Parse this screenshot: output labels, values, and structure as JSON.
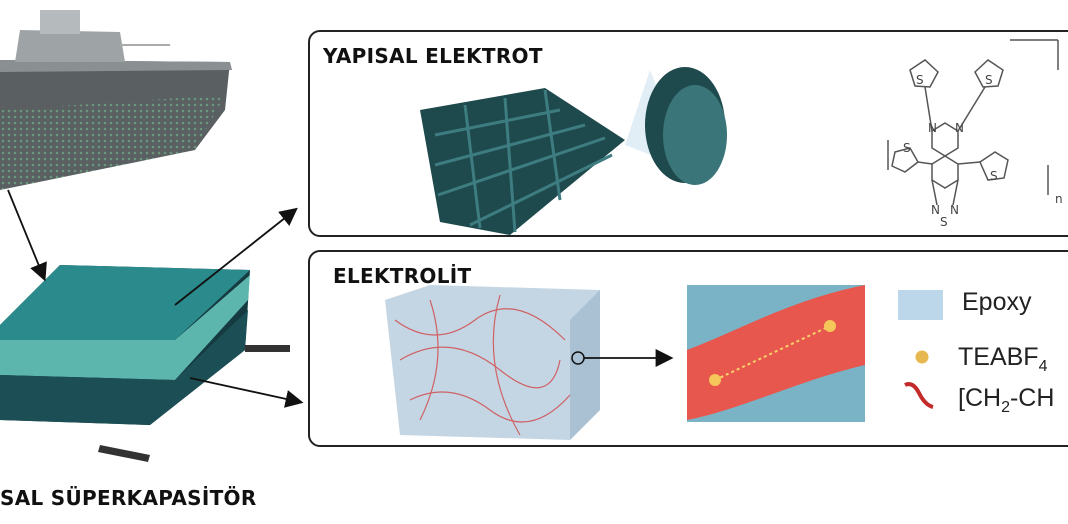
{
  "panels": {
    "electrode": {
      "title": "YAPISAL ELEKTROT"
    },
    "electrolyte": {
      "title": "ELEKTROLİT"
    }
  },
  "device_label": "SAL SÜPERKAPASİTÖR",
  "molecule_labels": {
    "s": "S",
    "n": "N",
    "repeat": "n"
  },
  "legend": {
    "epoxy": "Epoxy",
    "salt_main": "TEABF",
    "salt_sub": "4",
    "polymer_main": "[CH",
    "polymer_sub": "2",
    "polymer_tail": "-CH"
  },
  "colors": {
    "epoxy": "#bcd6ea",
    "salt": "#e8b850",
    "polymer": "#c42a2a",
    "fabric": "#1f4a4d"
  }
}
